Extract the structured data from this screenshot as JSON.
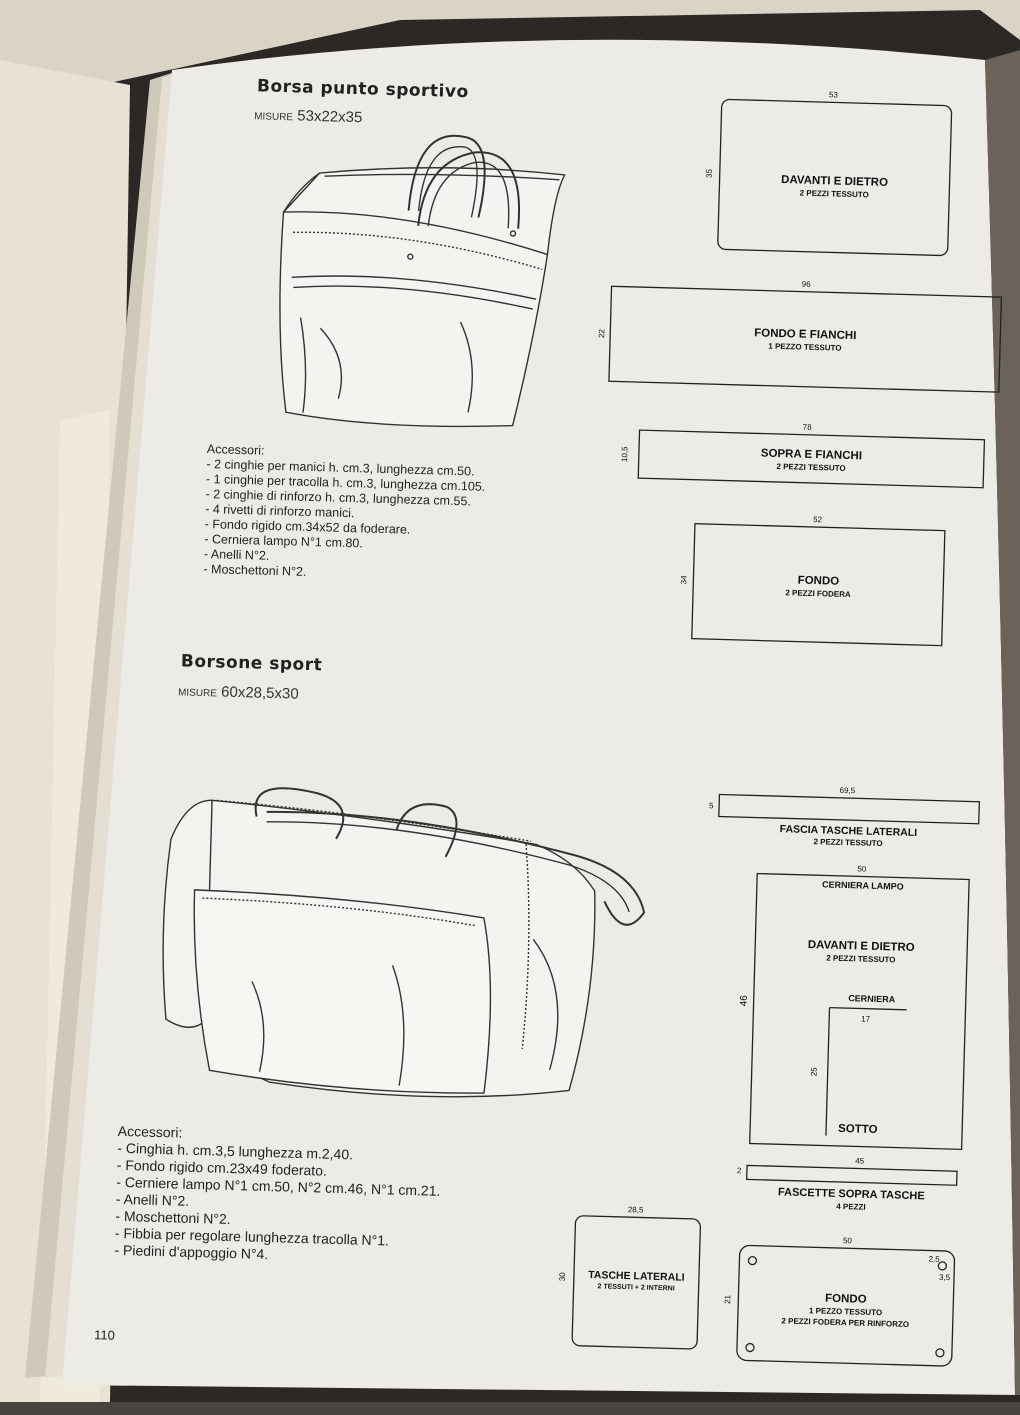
{
  "page_number": "110",
  "sections": [
    {
      "title": "Borsa punto sportivo",
      "misure_label": "misure",
      "misure_value": "53x22x35",
      "accessori_title": "Accessori:",
      "accessori": [
        "- 2 cinghie per manici h. cm.3, lunghezza cm.50.",
        "- 1 cinghie per tracolla h. cm.3, lunghezza cm.105.",
        "- 2 cinghie di rinforzo h. cm.3, lunghezza cm.55.",
        "- 4 rivetti di rinforzo manici.",
        "- Fondo rigido cm.34x52 da foderare.",
        "- Cerniera lampo N°1 cm.80.",
        "- Anelli N°2.",
        "- Moschettoni N°2."
      ],
      "pieces": [
        {
          "label": "DAVANTI E DIETRO",
          "sub": "2 PEZZI TESSUTO",
          "w": "53",
          "h": "35"
        },
        {
          "label": "FONDO E FIANCHI",
          "sub": "1 PEZZO TESSUTO",
          "w": "96",
          "h": "22"
        },
        {
          "label": "SOPRA E FIANCHI",
          "sub": "2 PEZZI TESSUTO",
          "w": "78",
          "h": "10,5"
        },
        {
          "label": "FONDO",
          "sub": "2 PEZZI FODERA",
          "w": "52",
          "h": "34"
        }
      ]
    },
    {
      "title": "Borsone sport",
      "misure_label": "misure",
      "misure_value": "60x28,5x30",
      "accessori_title": "Accessori:",
      "accessori": [
        "- Cinghia h. cm.3,5 lunghezza m.2,40.",
        "- Fondo rigido cm.23x49 foderato.",
        "- Cerniere lampo N°1 cm.50, N°2 cm.46, N°1 cm.21.",
        "- Anelli N°2.",
        "- Moschettoni N°2.",
        "- Fibbia per regolare lunghezza tracolla N°1.",
        "- Piedini d'appoggio N°4."
      ],
      "pieces": [
        {
          "label": "FASCIA TASCHE LATERALI",
          "sub": "2 PEZZI TESSUTO",
          "w": "69,5",
          "h": "5"
        },
        {
          "label": "DAVANTI E DIETRO",
          "sub": "2 PEZZI TESSUTO",
          "w": "50",
          "h": "46",
          "top_note": "CERNIERA LAMPO",
          "inner_label": "CERNIERA",
          "inner_w": "17",
          "inner_h": "25",
          "bottom_note": "SOTTO"
        },
        {
          "label": "FASCETTE SOPRA TASCHE",
          "sub": "4 PEZZI",
          "w": "45",
          "h": "2"
        },
        {
          "label": "TASCHE LATERALI",
          "sub": "2 TESSUTI + 2 INTERNI",
          "w": "28,5",
          "h": "30"
        },
        {
          "label": "FONDO",
          "sub": "1 PEZZO TESSUTO",
          "sub2": "2 PEZZI FODERA PER RINFORZO",
          "w": "50",
          "h": "21",
          "corner_a": "2,5",
          "corner_b": "3,5"
        }
      ]
    }
  ]
}
